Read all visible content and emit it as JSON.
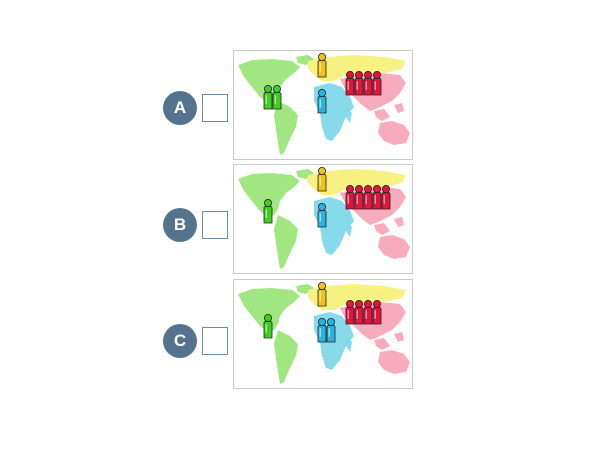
{
  "options": [
    {
      "label": "A",
      "figures": {
        "americas": 2,
        "europe_north": 1,
        "africa": 1,
        "asia": 4
      }
    },
    {
      "label": "B",
      "figures": {
        "americas": 1,
        "europe_north": 1,
        "africa": 1,
        "asia": 5
      }
    },
    {
      "label": "C",
      "figures": {
        "americas": 1,
        "europe_north": 1,
        "africa": 2,
        "asia": 4
      }
    }
  ],
  "colors": {
    "badge": "#55738f",
    "checkbox_border": "#6a8aa8",
    "americas": "#9be57a",
    "europe_north": "#f5f07a",
    "africa": "#7fd8e8",
    "asia_oceania": "#f7a6b8",
    "figure_americas": "#3fcf1f",
    "figure_europe": "#f2c21a",
    "figure_africa": "#2ab4dc",
    "figure_asia": "#e0153c"
  }
}
